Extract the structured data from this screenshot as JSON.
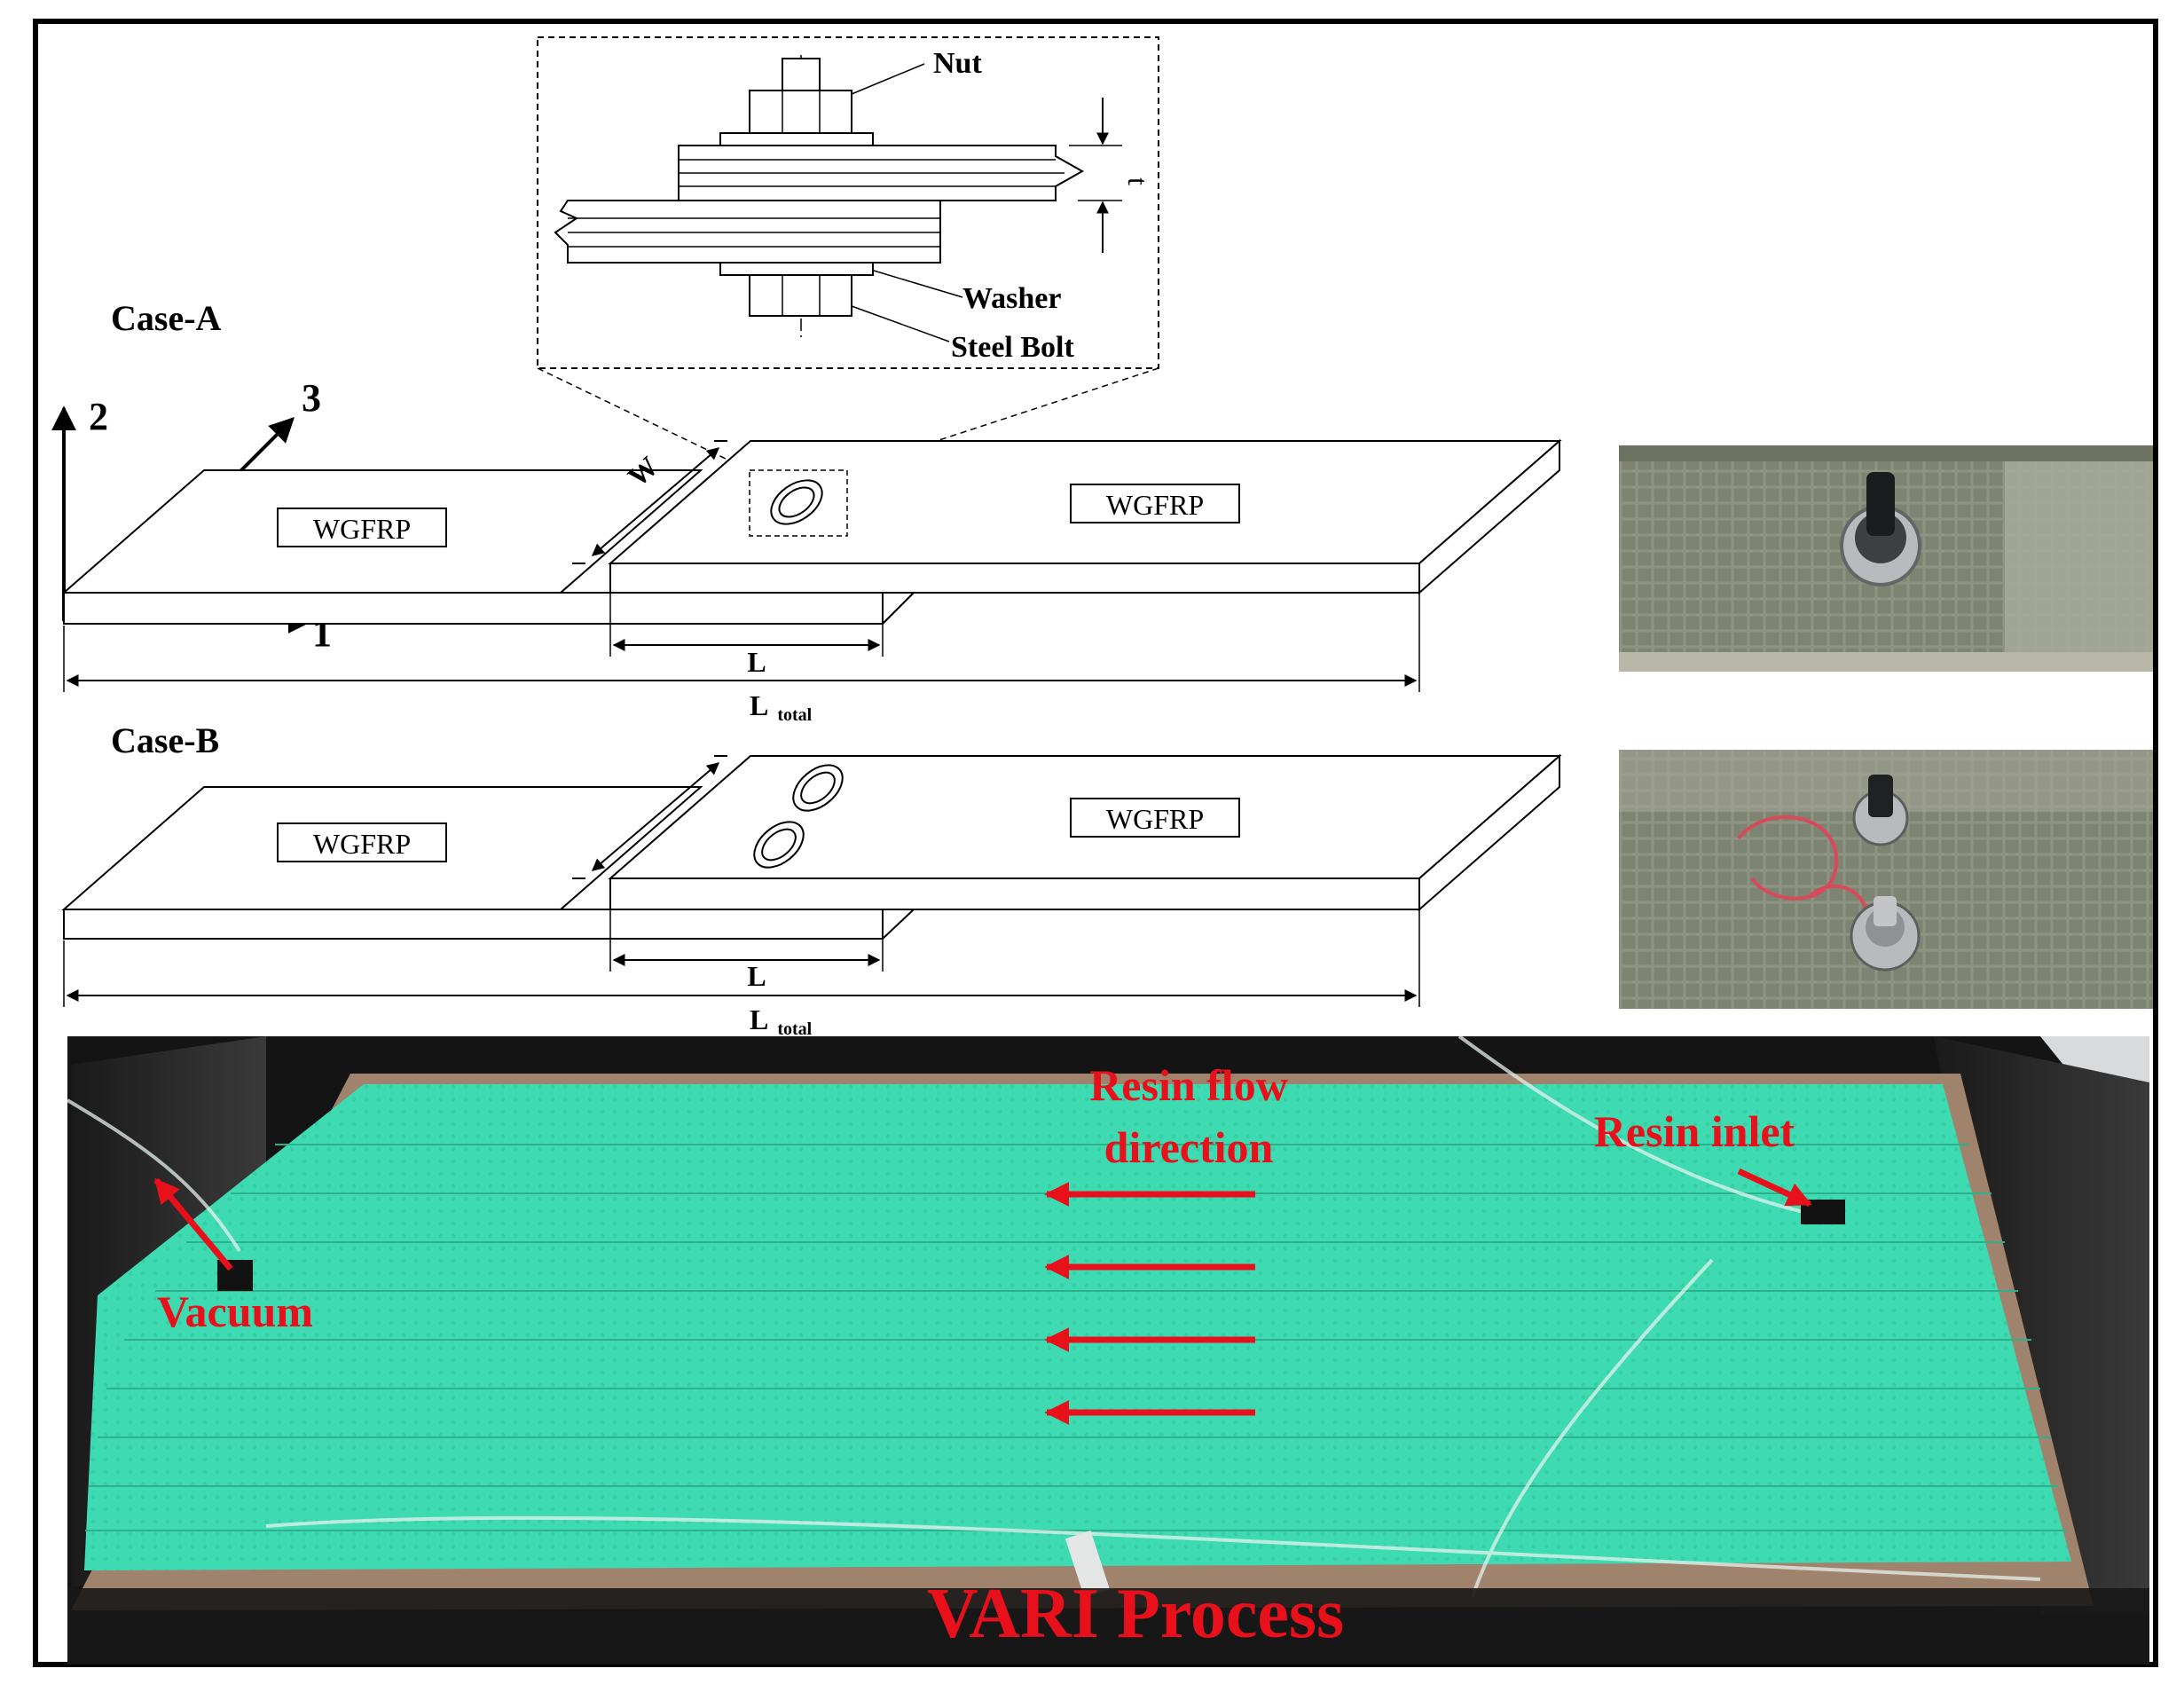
{
  "cases": [
    {
      "id": "case-a",
      "title": "Case-A",
      "left_plate_label": "WGFRP",
      "right_plate_label": "WGFRP",
      "bolts": 1
    },
    {
      "id": "case-b",
      "title": "Case-B",
      "left_plate_label": "WGFRP",
      "right_plate_label": "WGFRP",
      "bolts": 2
    }
  ],
  "axes": {
    "axis1": "1",
    "axis2": "2",
    "axis3": "3"
  },
  "dimensions": {
    "width": "W",
    "overlap": "L",
    "total": "L",
    "total_sub": "total",
    "thickness": "t"
  },
  "detail": {
    "nut": "Nut",
    "washer": "Washer",
    "bolt": "Steel Bolt"
  },
  "process": {
    "flow_line1": "Resin flow",
    "flow_line2": "direction",
    "inlet": "Resin inlet",
    "vacuum": "Vacuum",
    "title": "VARI Process"
  },
  "colors": {
    "annotation_red": "#e8101a",
    "resin_green": "#3ddbb0",
    "frame_black": "#111111"
  }
}
